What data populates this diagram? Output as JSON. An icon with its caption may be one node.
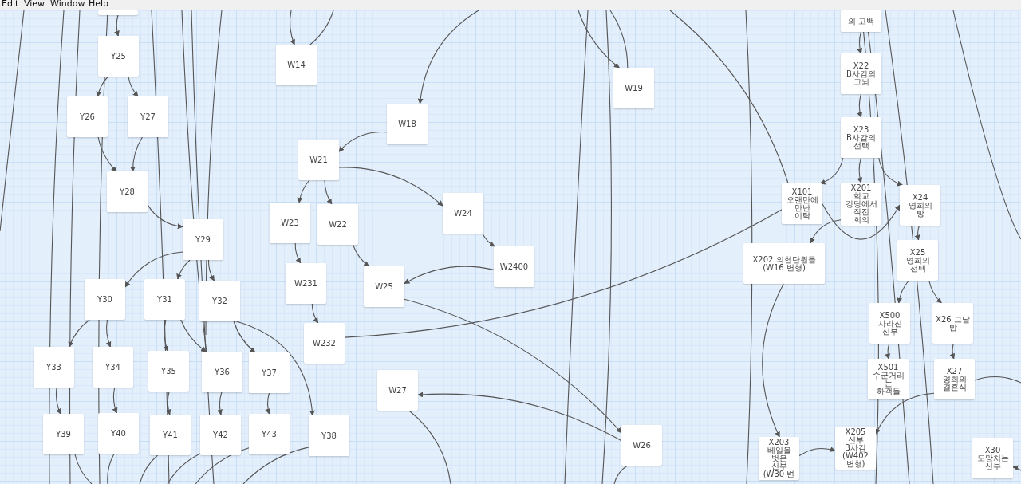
{
  "diagram": {
    "nodes": [
      {
        "text": [],
        "shape": "box"
      },
      {
        "text": [
          "Y25"
        ]
      },
      {
        "text": [
          "Y26"
        ]
      },
      {
        "text": [
          "Y27"
        ]
      },
      {
        "text": [
          "Y28"
        ]
      },
      {
        "text": [
          "Y29"
        ]
      },
      {
        "text": [
          "Y30"
        ]
      },
      {
        "text": [
          "Y31"
        ]
      },
      {
        "text": [
          "Y32"
        ]
      },
      {
        "text": [
          "Y33"
        ]
      },
      {
        "text": [
          "Y34"
        ]
      },
      {
        "text": [
          "Y35"
        ]
      },
      {
        "text": [
          "Y36"
        ]
      },
      {
        "text": [
          "Y37"
        ]
      },
      {
        "text": [
          "Y39"
        ]
      },
      {
        "text": [
          "Y40"
        ]
      },
      {
        "text": [
          "Y41"
        ]
      },
      {
        "text": [
          "Y42"
        ]
      },
      {
        "text": [
          "Y43"
        ]
      },
      {
        "text": [
          "Y38"
        ]
      },
      {
        "text": [
          "W14"
        ]
      },
      {
        "text": [
          "W18"
        ]
      },
      {
        "text": [
          "W21"
        ]
      },
      {
        "text": [
          "W23"
        ]
      },
      {
        "text": [
          "W22"
        ]
      },
      {
        "text": [
          "W231"
        ]
      },
      {
        "text": [
          "W232"
        ]
      },
      {
        "text": [
          "W25"
        ]
      },
      {
        "text": [
          "W24"
        ]
      },
      {
        "text": [
          "W2400"
        ]
      },
      {
        "text": [
          "W27"
        ]
      },
      {
        "text": [
          "W26"
        ]
      },
      {
        "text": [
          "W19"
        ]
      },
      {
        "text": [
          "의 고백"
        ]
      },
      {
        "text": [
          "X22 B사감의 고뇌"
        ]
      },
      {
        "text": [
          "X23 B사감의 선택"
        ]
      },
      {
        "text": [
          "X101 오랜만에 만난 이탁"
        ]
      },
      {
        "text": [
          "X201 학교 강당에서 작전 회의"
        ]
      },
      {
        "text": [
          "X24 영희의 방"
        ]
      },
      {
        "text": [
          "X202 의협단원들 (W16 변형)"
        ]
      },
      {
        "text": [
          "X25 영희의 선택"
        ]
      },
      {
        "text": [
          "X500 사라진 신부"
        ]
      },
      {
        "text": [
          "X26 그날 밤"
        ]
      },
      {
        "text": [
          "X501 수군거리는 하객들"
        ]
      },
      {
        "text": [
          "X27 영희의 결혼식"
        ]
      },
      {
        "text": [
          "X203 베일을 벗은 신부 (W30 변"
        ]
      },
      {
        "text": [
          "X205 신부 B사감 (W402 변형)"
        ]
      },
      {
        "text": [
          "X30 도망치는 신부"
        ]
      }
    ],
    "edges": [
      {
        "from": 0,
        "to": 1,
        "arrow": "to"
      },
      {
        "from": 1,
        "to": 2,
        "arrow": "to"
      },
      {
        "from": 1,
        "to": 3,
        "arrow": "to"
      },
      {
        "from": 2,
        "to": 4,
        "arrow": "to"
      },
      {
        "from": 3,
        "to": 4,
        "arrow": "to"
      },
      {
        "from": 4,
        "to": 5,
        "arrow": "to"
      },
      {
        "from": 5,
        "to": 6,
        "arrow": "to"
      },
      {
        "from": 5,
        "to": 7,
        "arrow": "to"
      },
      {
        "from": 5,
        "to": 8,
        "arrow": "to"
      },
      {
        "from": 6,
        "to": 9,
        "arrow": "to"
      },
      {
        "from": 6,
        "to": 10,
        "arrow": "to"
      },
      {
        "from": 7,
        "to": 11,
        "arrow": "to"
      },
      {
        "from": 7,
        "to": 12,
        "arrow": "to"
      },
      {
        "from": 8,
        "to": 13,
        "arrow": "to"
      },
      {
        "from": 8,
        "to": 19,
        "arrow": "to"
      },
      {
        "from": 9,
        "to": 14,
        "arrow": "to"
      },
      {
        "from": 10,
        "to": 15,
        "arrow": "to"
      },
      {
        "from": 11,
        "to": 16,
        "arrow": "to"
      },
      {
        "from": 12,
        "to": 17,
        "arrow": "to"
      },
      {
        "from": 13,
        "to": 18,
        "arrow": "to"
      },
      {
        "from": null,
        "to": 20,
        "arrow": "to"
      },
      {
        "from": 20,
        "to": null,
        "arrow": "none"
      },
      {
        "from": null,
        "to": 21,
        "arrow": "to"
      },
      {
        "from": 21,
        "to": 22,
        "arrow": "to"
      },
      {
        "from": 22,
        "to": 23,
        "arrow": "to"
      },
      {
        "from": 22,
        "to": 24,
        "arrow": "to"
      },
      {
        "from": 22,
        "to": 28,
        "arrow": "to"
      },
      {
        "from": 23,
        "to": 25,
        "arrow": "to"
      },
      {
        "from": 25,
        "to": 26,
        "arrow": "to"
      },
      {
        "from": 24,
        "to": 27,
        "arrow": "to"
      },
      {
        "from": 28,
        "to": 29,
        "arrow": "to"
      },
      {
        "from": 29,
        "to": 27,
        "arrow": "to"
      },
      {
        "from": 27,
        "to": 31,
        "arrow": "to"
      },
      {
        "from": 31,
        "to": 30,
        "arrow": "to"
      },
      {
        "from": 26,
        "to": 36,
        "arrow": "none"
      },
      {
        "from": null,
        "to": 32,
        "arrow": "to"
      },
      {
        "from": 32,
        "to": null,
        "arrow": "none"
      },
      {
        "from": 33,
        "to": 34,
        "arrow": "to"
      },
      {
        "from": 34,
        "to": 35,
        "arrow": "to"
      },
      {
        "from": 35,
        "to": 36,
        "arrow": "to"
      },
      {
        "from": 35,
        "to": 37,
        "arrow": "to"
      },
      {
        "from": 35,
        "to": 38,
        "arrow": "to"
      },
      {
        "from": 36,
        "to": 38,
        "arrow": "to"
      },
      {
        "from": 37,
        "to": 39,
        "arrow": "to"
      },
      {
        "from": 38,
        "to": 40,
        "arrow": "to"
      },
      {
        "from": 40,
        "to": 41,
        "arrow": "to"
      },
      {
        "from": 40,
        "to": 42,
        "arrow": "to"
      },
      {
        "from": 41,
        "to": 43,
        "arrow": "to"
      },
      {
        "from": 42,
        "to": 44,
        "arrow": "to"
      },
      {
        "from": 39,
        "to": 45,
        "arrow": "to"
      },
      {
        "from": 45,
        "to": 46,
        "arrow": "to"
      },
      {
        "from": 44,
        "to": 46,
        "arrow": "to"
      },
      {
        "from": 44,
        "to": null,
        "arrow": "none"
      },
      {
        "from": null,
        "to": 47,
        "arrow": "to"
      },
      {
        "from": 30,
        "to": null,
        "arrow": "none"
      },
      {
        "from": 31,
        "to": null,
        "arrow": "none"
      },
      {
        "from": 36,
        "to": null,
        "arrow": "none"
      },
      {
        "from": 14,
        "to": null,
        "arrow": "none"
      },
      {
        "from": 15,
        "to": null,
        "arrow": "none"
      },
      {
        "from": 16,
        "to": null,
        "arrow": "none"
      },
      {
        "from": 17,
        "to": null,
        "arrow": "none"
      },
      {
        "from": 18,
        "to": null,
        "arrow": "none"
      },
      {
        "from": 19,
        "to": null,
        "arrow": "none"
      }
    ],
    "labels": [
      "Edit",
      "View",
      "Window",
      "Help"
    ]
  }
}
